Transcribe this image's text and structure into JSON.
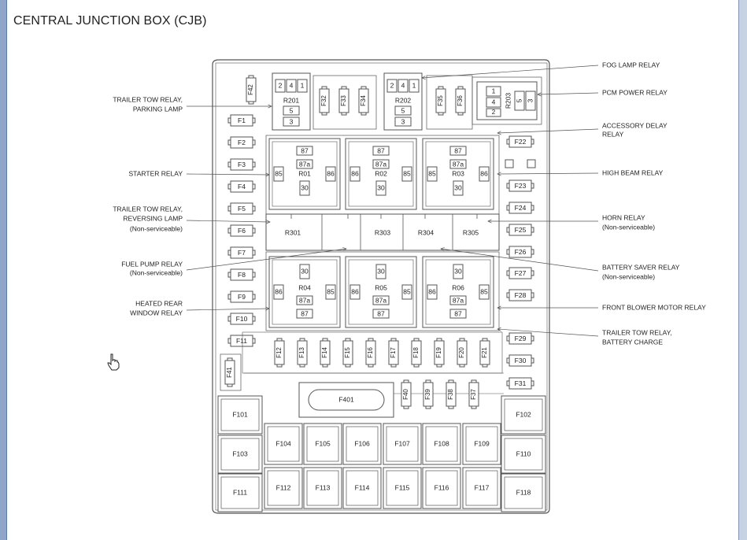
{
  "title": "CENTRAL JUNCTION BOX (CJB)",
  "left_callouts": [
    {
      "lines": [
        "TRAILER TOW RELAY,",
        "PARKING LAMP"
      ]
    },
    {
      "lines": [
        "STARTER RELAY"
      ]
    },
    {
      "lines": [
        "TRAILER TOW RELAY,",
        "REVERSING LAMP",
        "(Non-serviceable)"
      ]
    },
    {
      "lines": [
        "FUEL PUMP RELAY",
        "(Non-serviceable)"
      ]
    },
    {
      "lines": [
        "HEATED REAR",
        "WINDOW RELAY"
      ]
    }
  ],
  "right_callouts": [
    {
      "lines": [
        "FOG LAMP RELAY"
      ]
    },
    {
      "lines": [
        "PCM POWER RELAY"
      ]
    },
    {
      "lines": [
        "ACCESSORY DELAY",
        "RELAY"
      ]
    },
    {
      "lines": [
        "HIGH BEAM RELAY"
      ]
    },
    {
      "lines": [
        "HORN RELAY",
        "(Non-serviceable)"
      ]
    },
    {
      "lines": [
        "BATTERY SAVER RELAY",
        "(Non-serviceable)"
      ]
    },
    {
      "lines": [
        "FRONT BLOWER MOTOR RELAY"
      ]
    },
    {
      "lines": [
        "TRAILER TOW RELAY,",
        "BATTERY CHARGE"
      ]
    }
  ],
  "left_fuses": [
    "F1",
    "F2",
    "F3",
    "F4",
    "F5",
    "F6",
    "F7",
    "F8",
    "F9",
    "F10",
    "F11"
  ],
  "right_fuses": [
    "F22",
    "F23",
    "F24",
    "F25",
    "F26",
    "F27",
    "F28",
    "F29",
    "F30",
    "F31"
  ],
  "top_vertical_fuses": [
    "F42",
    "F32",
    "F33",
    "F34",
    "F35",
    "F36"
  ],
  "small_relays": [
    {
      "name": "R201",
      "pins": [
        "2",
        "4",
        "1",
        "5",
        "3"
      ]
    },
    {
      "name": "R202",
      "pins": [
        "2",
        "4",
        "1",
        "5",
        "3"
      ]
    }
  ],
  "pcm_relay": {
    "name": "R203",
    "pins": [
      "1",
      "4",
      "2",
      "5",
      "3"
    ]
  },
  "upper_relays": [
    {
      "name": "R01",
      "pins": [
        "87",
        "87a",
        "85",
        "86",
        "30"
      ]
    },
    {
      "name": "R02",
      "pins": [
        "87",
        "87a",
        "86",
        "85",
        "30"
      ]
    },
    {
      "name": "R03",
      "pins": [
        "87",
        "87a",
        "85",
        "86",
        "30"
      ]
    }
  ],
  "lower_relays": [
    {
      "name": "R04",
      "pins": [
        "30",
        "86",
        "85",
        "87a",
        "87"
      ]
    },
    {
      "name": "R05",
      "pins": [
        "30",
        "86",
        "85",
        "87a",
        "87"
      ]
    },
    {
      "name": "R06",
      "pins": [
        "30",
        "86",
        "85",
        "87a",
        "87"
      ]
    }
  ],
  "middle_relays": [
    "R301",
    "R303",
    "R304",
    "R305"
  ],
  "middle_row_fuses": [
    "F12",
    "F13",
    "F14",
    "F15",
    "F16",
    "F17",
    "F18",
    "F19",
    "F20",
    "F21"
  ],
  "f41": "F41",
  "f401": "F401",
  "f37_40": [
    "F40",
    "F39",
    "F38",
    "F37"
  ],
  "maxi_left": [
    "F101",
    "F103",
    "F111"
  ],
  "maxi_right": [
    "F102",
    "F110",
    "F118"
  ],
  "maxi_row1": [
    "F104",
    "F105",
    "F106",
    "F107",
    "F108",
    "F109"
  ],
  "maxi_row2": [
    "F112",
    "F113",
    "F114",
    "F115",
    "F116",
    "F117"
  ]
}
